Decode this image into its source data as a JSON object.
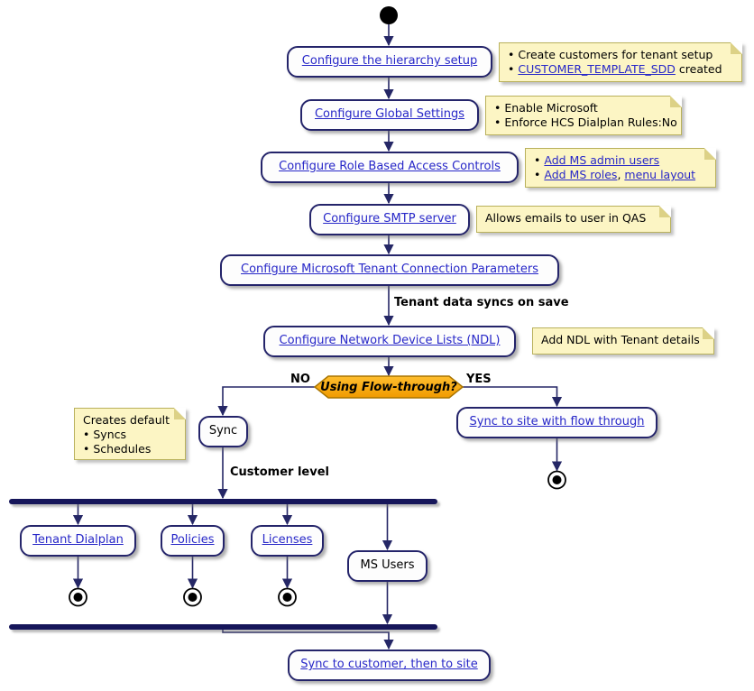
{
  "colors": {
    "link": "#2727C8",
    "note_bg": "#FCF5C4",
    "decision_fill": "#F8A800",
    "connector": "#252766",
    "fork_bar": "#16165A"
  },
  "activities": {
    "hierarchy": "Configure the hierarchy setup",
    "global_settings": "Configure Global Settings",
    "rbac": "Configure Role Based Access Controls",
    "smtp": "Configure SMTP server",
    "ms_tenant": "Configure Microsoft Tenant Connection Parameters",
    "ndl": "Configure Network Device Lists (NDL)",
    "sync": "Sync",
    "sync_flow_through": "Sync to site with flow through",
    "tenant_dialplan": "Tenant Dialplan",
    "policies": "Policies",
    "licenses": "Licenses",
    "ms_users": "MS Users",
    "sync_customer": "Sync to customer, then to site"
  },
  "decision": {
    "label": "Using Flow-through?",
    "no": "NO",
    "yes": "YES"
  },
  "edge_labels": {
    "tenant_sync": "Tenant data syncs on save",
    "customer_level": "Customer level"
  },
  "notes": {
    "hierarchy": {
      "bullet1": "Create customers for tenant setup",
      "bullet2_link": "CUSTOMER_TEMPLATE_SDD",
      "bullet2_suffix": " created"
    },
    "global": {
      "bullet1": "Enable Microsoft",
      "bullet2": "Enforce HCS Dialplan Rules:No"
    },
    "rbac": {
      "bullet1_link": "Add MS admin users",
      "bullet2_link1": "Add MS roles",
      "bullet2_sep": ", ",
      "bullet2_link2": "menu layout"
    },
    "smtp": {
      "text": "Allows emails to user in QAS"
    },
    "ndl": {
      "text": "Add NDL with Tenant details"
    },
    "sync": {
      "title": "Creates default",
      "bullet1": "Syncs",
      "bullet2": "Schedules"
    }
  }
}
